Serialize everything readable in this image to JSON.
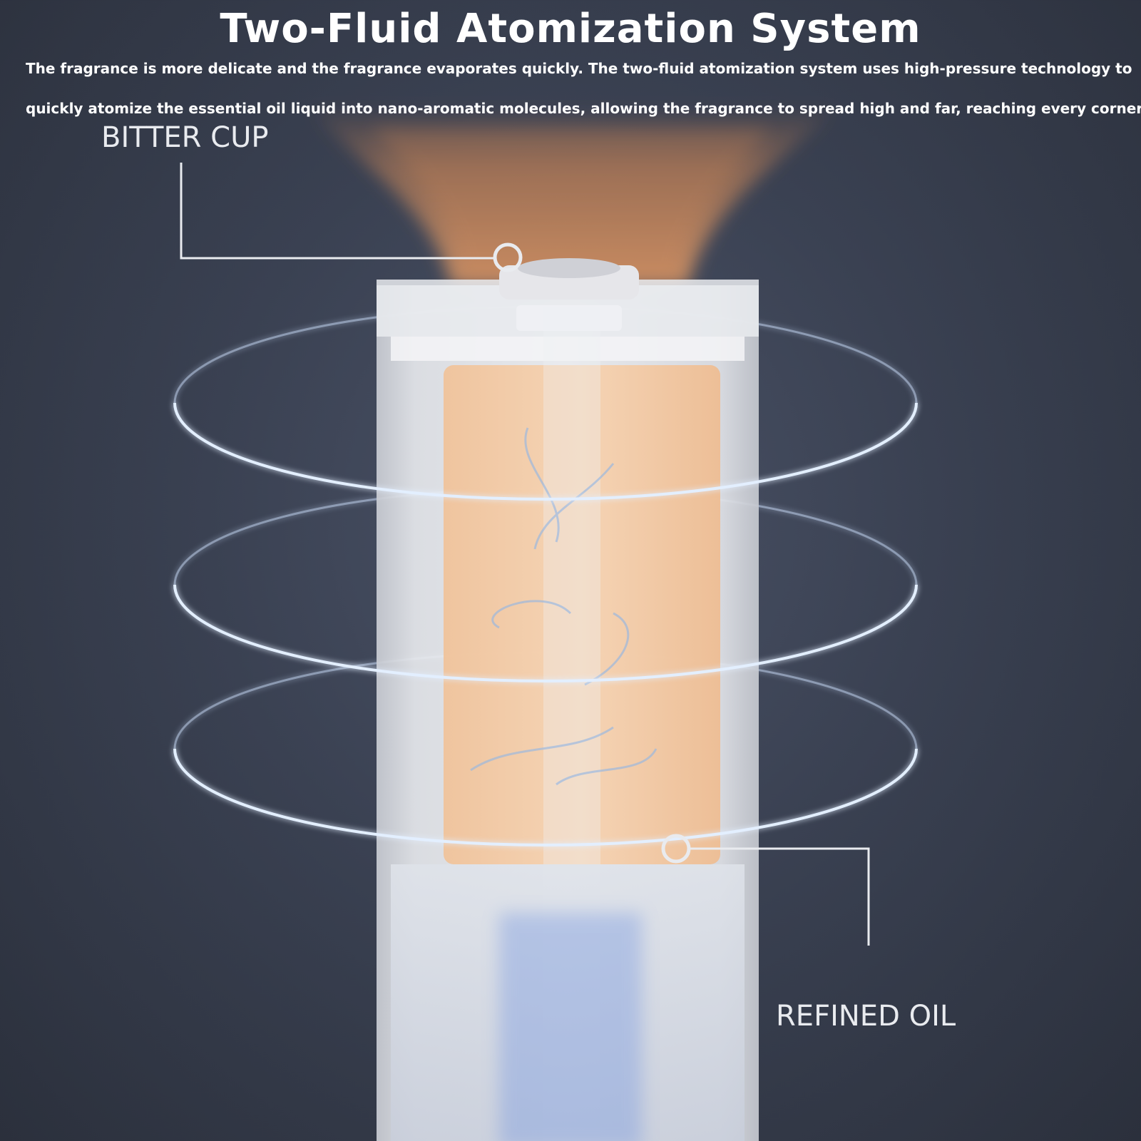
{
  "header": {
    "title": "Two-Fluid Atomization System",
    "description_line1": "The fragrance is more delicate and the fragrance evaporates quickly. The two-fluid atomization system uses high-pressure technology to",
    "description_line2": "quickly atomize the essential oil liquid into nano-aromatic molecules, allowing the fragrance to spread high and far, reaching every corner."
  },
  "callouts": {
    "top": {
      "label": "BITTER CUP"
    },
    "bottom": {
      "label": "REFINED OIL"
    }
  },
  "colors": {
    "background": "#3a4152",
    "oil": "#f2c7a0",
    "ring_glow": "#cfe2ff",
    "mist": "#e8955a"
  }
}
